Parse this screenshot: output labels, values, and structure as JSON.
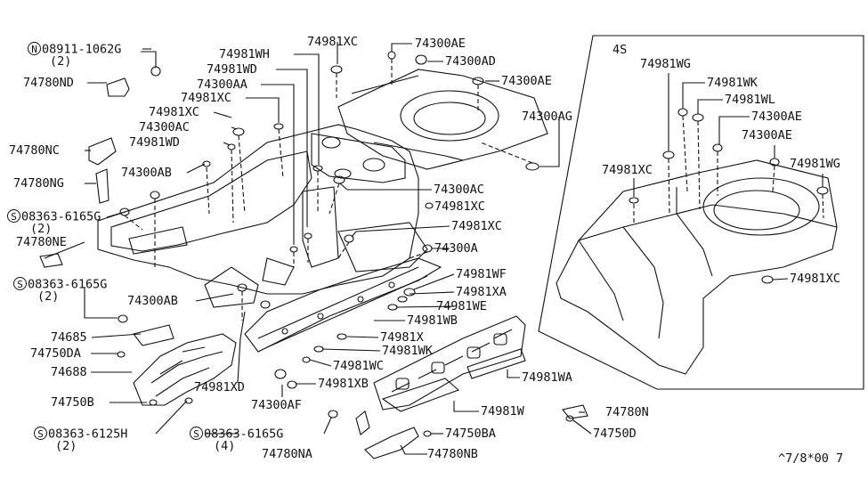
{
  "inset_tag": "4S",
  "footer_code": "^7/8*00 7",
  "ns": {
    "n_symbol": "N",
    "s_symbol": "S"
  },
  "labels": {
    "n08911": "08911-1062G",
    "n08911_qty": "(2)",
    "p74780ND": "74780ND",
    "p74780NC": "74780NC",
    "p74780NG": "74780NG",
    "s08363a": "08363-6165G",
    "s08363a_qty": "(2)",
    "p74780NE": "74780NE",
    "s08363b": "08363-6165G",
    "s08363b_qty": "(2)",
    "p74685": "74685",
    "p74750DA": "74750DA",
    "p74688": "74688",
    "p74750B": "74750B",
    "s08363c": "08363-6125H",
    "s08363c_qty": "(2)",
    "s08363d": "08363-6165G",
    "s08363d_qty": "(4)",
    "p74780NA": "74780NA",
    "p74780NB": "74780NB",
    "p74750BA": "74750BA",
    "p74780N": "74780N",
    "p74750D": "74750D",
    "p74981WH": "74981WH",
    "p74981WD_top": "74981WD",
    "p74300AA": "74300AA",
    "p74981XC_a": "74981XC",
    "p74981XC_b": "74981XC",
    "p74300AC_a": "74300AC",
    "p74981WD": "74981WD",
    "p74300AB_a": "74300AB",
    "p74981XC_top": "74981XC",
    "p74300AE_a": "74300AE",
    "p74300AD": "74300AD",
    "p74300AE_b": "74300AE",
    "p74300AG": "74300AG",
    "p74300AC_b": "74300AC",
    "p74981XC_c": "74981XC",
    "p74981XC_d": "74981XC",
    "p74300A": "74300A",
    "p74981WF": "74981WF",
    "p74981XA": "74981XA",
    "p74981WE": "74981WE",
    "p74981WB": "74981WB",
    "p74981X": "74981X",
    "p74981WK": "74981WK",
    "p74981WC": "74981WC",
    "p74981XB": "74981XB",
    "p74981XD": "74981XD",
    "p74300AF": "74300AF",
    "p74300AB_b": "74300AB",
    "p74981WA": "74981WA",
    "p74981W": "74981W",
    "i74981WG_a": "74981WG",
    "i74981WK": "74981WK",
    "i74981WL": "74981WL",
    "i74300AE": "74300AE",
    "i74300AE_b": "74300AE",
    "i74981XC": "74981XC",
    "i74981WG_b": "74981WG",
    "i74981XC_b": "74981XC"
  }
}
